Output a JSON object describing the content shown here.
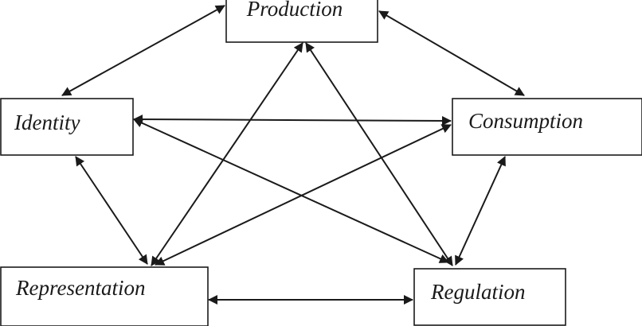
{
  "nodes": {
    "production": "Production",
    "identity": "Identity",
    "consumption": "Consumption",
    "representation": "Representation",
    "regulation": "Regulation"
  },
  "edges": [
    [
      "identity",
      "production"
    ],
    [
      "production",
      "consumption"
    ],
    [
      "identity",
      "consumption"
    ],
    [
      "identity",
      "representation"
    ],
    [
      "consumption",
      "regulation"
    ],
    [
      "representation",
      "regulation"
    ],
    [
      "production",
      "representation"
    ],
    [
      "production",
      "regulation"
    ],
    [
      "identity",
      "regulation"
    ],
    [
      "consumption",
      "representation"
    ]
  ],
  "colors": {
    "line": "#1a1a1a",
    "box_fill": "#ffffff"
  }
}
